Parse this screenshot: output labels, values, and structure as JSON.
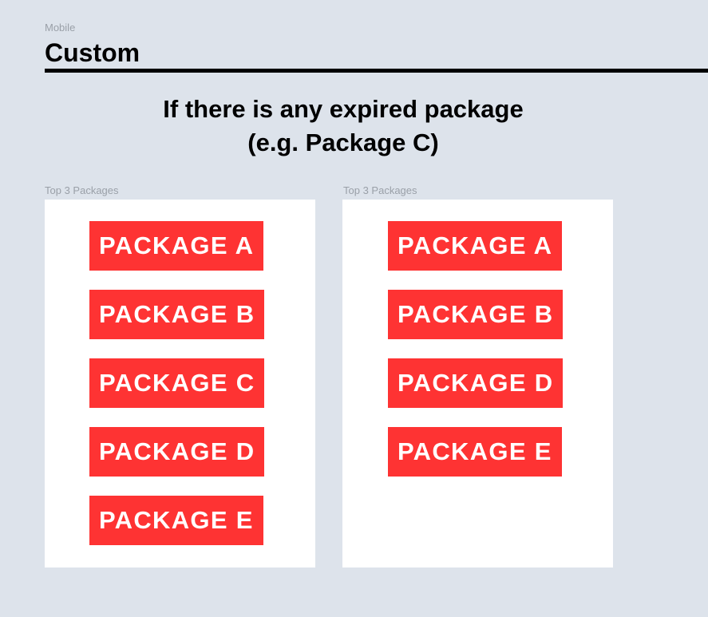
{
  "header": {
    "label": "Mobile",
    "title": "Custom"
  },
  "heading": {
    "line1": "If there is any expired package",
    "line2": "(e.g. Package C)"
  },
  "colors": {
    "package": "#fe3333",
    "background": "#dde3eb"
  },
  "panels": [
    {
      "label": "Top 3 Packages",
      "packages": [
        "PACKAGE A",
        "PACKAGE B",
        "PACKAGE C",
        "PACKAGE D",
        "PACKAGE E"
      ]
    },
    {
      "label": "Top 3 Packages",
      "packages": [
        "PACKAGE A",
        "PACKAGE B",
        "PACKAGE D",
        "PACKAGE E"
      ]
    }
  ]
}
